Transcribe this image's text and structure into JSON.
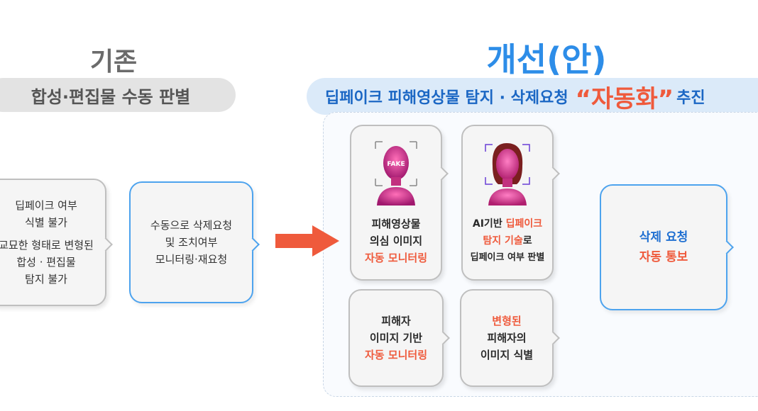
{
  "left": {
    "heading": "기존",
    "banner": "합성·편집물 수동 판별",
    "card_unknown": {
      "lines": [
        "딥페이크 여부",
        "식별 불가",
        "교묘한 형태로 변형된",
        "합성 · 편집물",
        "탐지 불가"
      ]
    },
    "card_manual": {
      "lines": [
        "수동으로 삭제요청",
        "및 조치여부",
        "모니터링·재요청"
      ]
    }
  },
  "right": {
    "heading": "개선(안)",
    "banner": {
      "prefix": "딥페이크 피해영상물 탐지 · 삭제요청",
      "quoted": "“자동화”",
      "suffix": "추진"
    },
    "card_monitor": {
      "face_label": "FAKE",
      "line1": "피해영상물",
      "line2": "의심 이미지",
      "line3_red": "자동 모니터링"
    },
    "card_ai": {
      "line1_black": "AI기반 ",
      "line1_red": "딥페이크",
      "line2_red": "탐지 기술",
      "line2_black": "로",
      "line3": "딥페이크 여부 판별"
    },
    "card_victim": {
      "line1": "피해자",
      "line2": "이미지 기반",
      "line3_red": "자동 모니터링"
    },
    "card_variant": {
      "line1_red": "변형된",
      "line2": "피해자의",
      "line3": "이미지 식별"
    },
    "card_notify": {
      "line1": "삭제 요청",
      "line2_red": "자동 통보"
    }
  },
  "colors": {
    "accent_blue": "#2d8de8",
    "accent_red": "#ef5a3c",
    "gray_border": "#bfbfbf",
    "arrow": "#ef5a3c"
  }
}
